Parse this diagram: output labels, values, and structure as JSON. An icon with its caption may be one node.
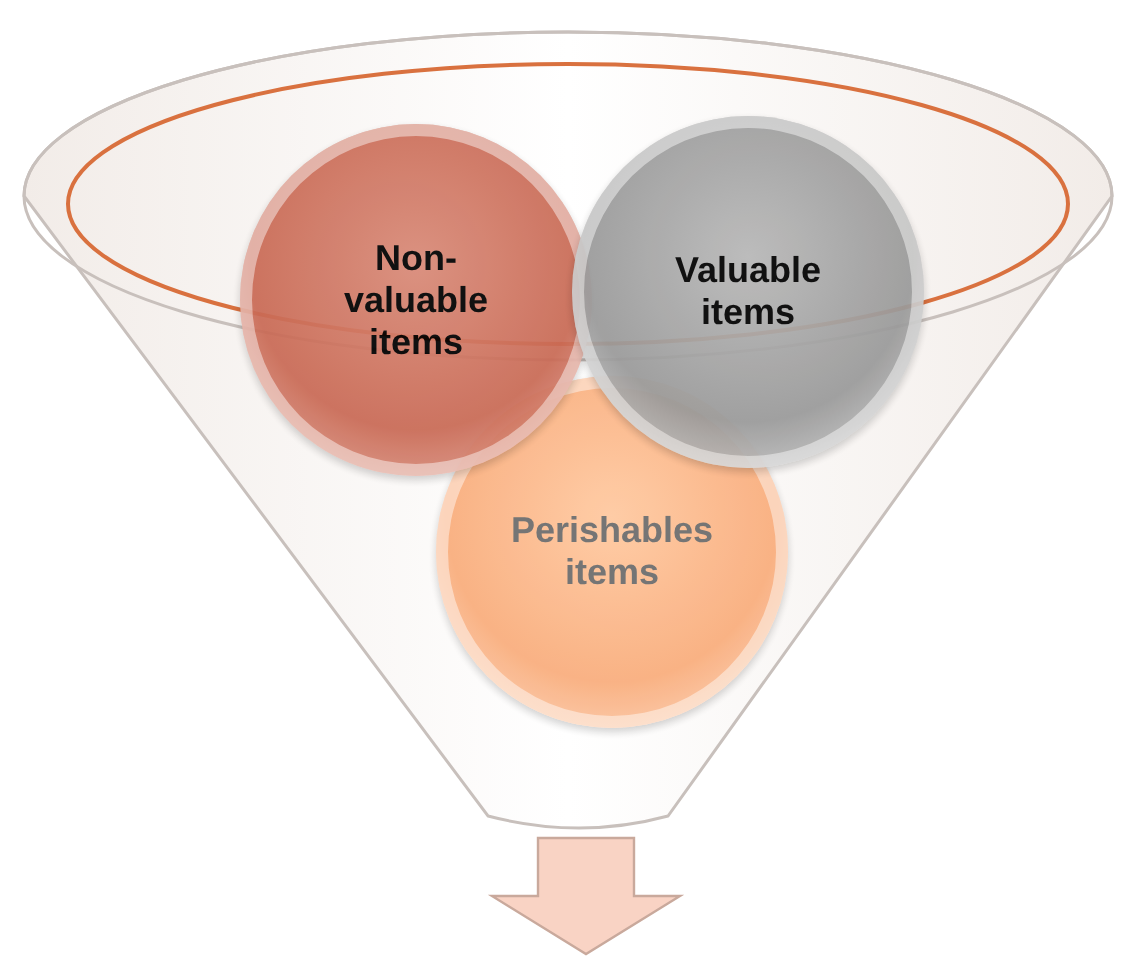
{
  "diagram": {
    "nodes": [
      {
        "text": [],
        "shape": "funnel"
      },
      {
        "text": [
          "Non-valuable items"
        ],
        "in": 0
      },
      {
        "text": [
          "Valuable items"
        ],
        "in": 0
      },
      {
        "text": [
          "Perishables items"
        ],
        "in": 0
      }
    ]
  }
}
